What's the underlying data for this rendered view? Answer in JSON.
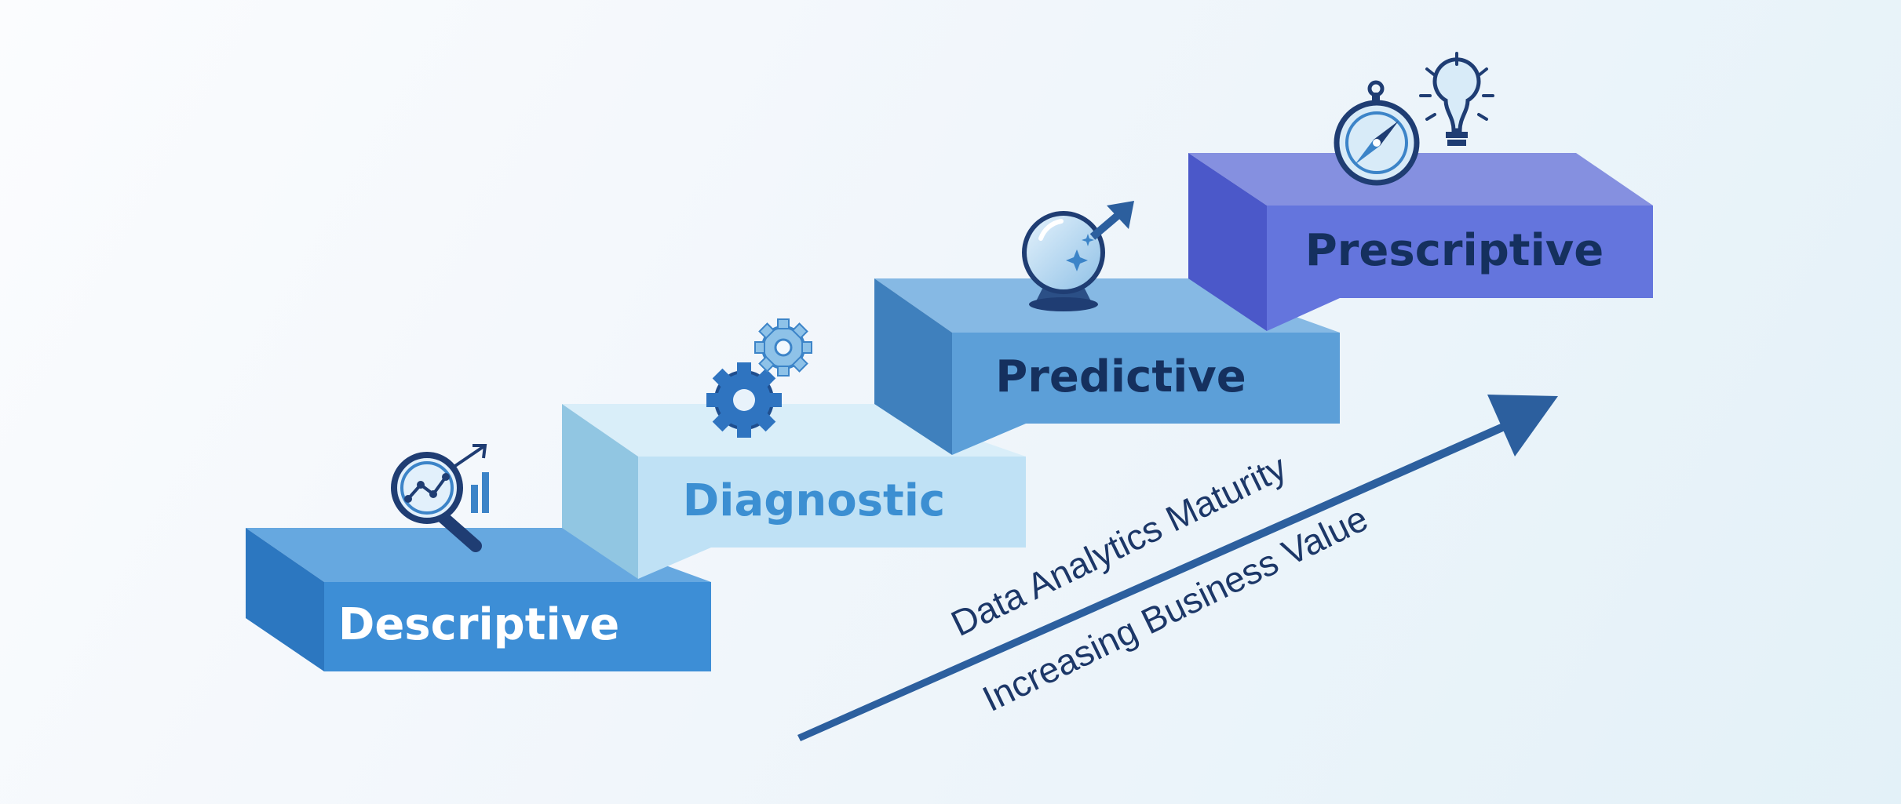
{
  "steps": [
    {
      "label": "Descriptive",
      "icon": "magnifier-chart-icon",
      "front": "#3d8ed6",
      "top": "#66a8e0",
      "side": "#2c77c0",
      "text_color": "#ffffff"
    },
    {
      "label": "Diagnostic",
      "icon": "gears-icon",
      "front": "#bfe1f5",
      "top": "#d9eef9",
      "side": "#91c6e2",
      "text_color": "#3c8fd2"
    },
    {
      "label": "Predictive",
      "icon": "crystal-ball-arrow-icon",
      "front": "#5c9fd8",
      "top": "#86b9e4",
      "side": "#3f80bd",
      "text_color": "#15305e"
    },
    {
      "label": "Prescriptive",
      "icon": "compass-lightbulb-icon",
      "front": "#6475dd",
      "top": "#8590e0",
      "side": "#4b58c9",
      "text_color": "#15305e"
    }
  ],
  "arrow": {
    "label_top": "Data Analytics Maturity",
    "label_bottom": "Increasing Business Value",
    "color": "#2c5f9e"
  }
}
